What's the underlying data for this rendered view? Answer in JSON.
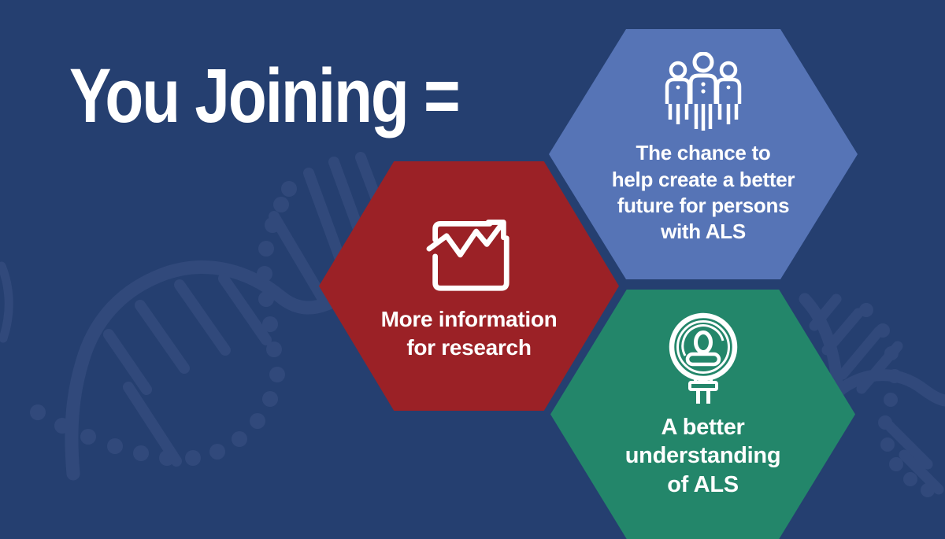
{
  "title": "You Joining =",
  "background": {
    "color": "#253F70",
    "pattern": "dna-double-helix",
    "pattern_color": "#3E5486"
  },
  "text_color": "#FFFFFF",
  "hexagons": [
    {
      "id": "more-information",
      "color": "#9B2126",
      "icon": "line-chart-icon",
      "label": "More information\nfor research"
    },
    {
      "id": "better-future",
      "color": "#5674B6",
      "icon": "people-group-icon",
      "label": "The chance to\nhelp create a better\nfuture for persons\nwith ALS"
    },
    {
      "id": "better-understanding",
      "color": "#23866A",
      "icon": "magnifier-person-icon",
      "label": "A better\nunderstanding\nof ALS"
    }
  ]
}
